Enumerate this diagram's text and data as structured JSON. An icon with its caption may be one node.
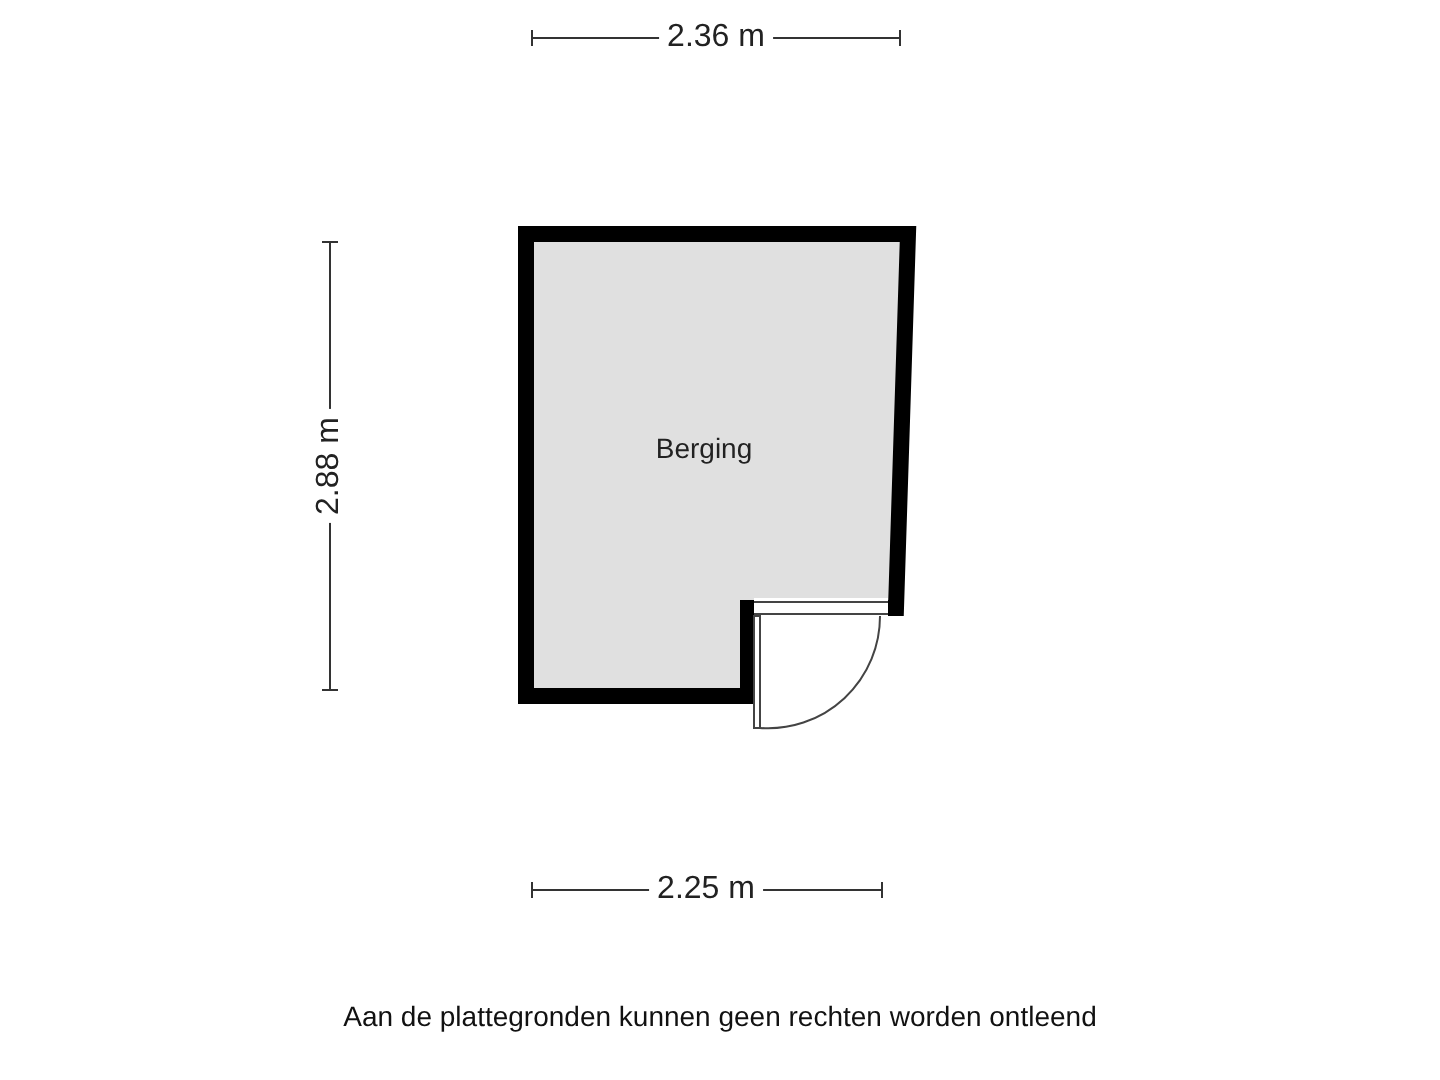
{
  "diagram": {
    "caption": "Aan de plattegronden kunnen geen rechten worden ontleend",
    "nodes": [
      {
        "text": [
          "Berging"
        ]
      }
    ],
    "labels": [
      "2.36 m",
      "2.88 m",
      "2.25 m"
    ]
  }
}
